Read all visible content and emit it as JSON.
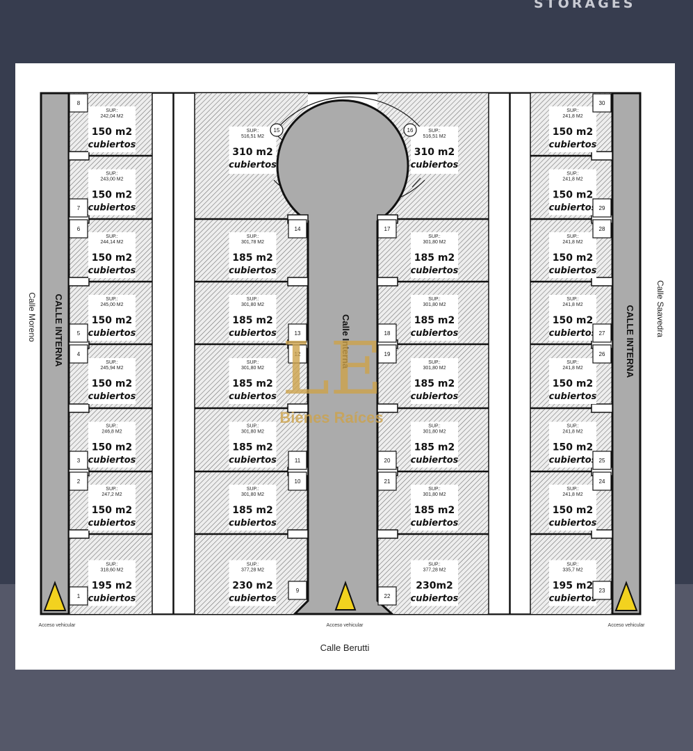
{
  "header": {
    "title": "STORAGES"
  },
  "streets": {
    "left": "Calle Moreno",
    "right": "Calle Saavedra",
    "bottom": "Calle Berutti",
    "internal_left": "CALLE INTERNA",
    "internal_right": "CALLE INTERNA",
    "center": "Calle Interna"
  },
  "access_labels": {
    "left": "Acceso vehicular",
    "center": "Acceso vehicular",
    "right": "Acceso vehicular"
  },
  "watermark": {
    "monogram": "LE",
    "brand": "Bienes Raíces"
  },
  "lots": {
    "l8": {
      "num": "8",
      "sup": "SUP.:",
      "area": "242,04 M2",
      "cov1": "150 m2",
      "cov2": "cubiertos"
    },
    "l7": {
      "num": "7",
      "sup": "SUP.:",
      "area": "243,00 M2",
      "cov1": "150 m2",
      "cov2": "cubiertos"
    },
    "l6": {
      "num": "6",
      "sup": "SUP.:",
      "area": "244,14 M2",
      "cov1": "150 m2",
      "cov2": "cubiertos"
    },
    "l5": {
      "num": "5",
      "sup": "SUP.:",
      "area": "245,00 M2",
      "cov1": "150 m2",
      "cov2": "cubiertos"
    },
    "l4": {
      "num": "4",
      "sup": "SUP.:",
      "area": "245,94 M2",
      "cov1": "150 m2",
      "cov2": "cubiertos"
    },
    "l3": {
      "num": "3",
      "sup": "SUP.:",
      "area": "246,8 M2",
      "cov1": "150 m2",
      "cov2": "cubiertos"
    },
    "l2": {
      "num": "2",
      "sup": "SUP.:",
      "area": "247,2 M2",
      "cov1": "150 m2",
      "cov2": "cubiertos"
    },
    "l1": {
      "num": "1",
      "sup": "SUP.:",
      "area": "318,60 M2",
      "cov1": "195 m2",
      "cov2": "cubiertos"
    },
    "l15": {
      "num": "15",
      "sup": "SUP.:",
      "area": "516,51 M2",
      "cov1": "310 m2",
      "cov2": "cubiertos"
    },
    "l14": {
      "num": "14",
      "sup": "SUP.:",
      "area": "301,78 M2",
      "cov1": "185 m2",
      "cov2": "cubiertos"
    },
    "l13": {
      "num": "13",
      "sup": "SUP.:",
      "area": "301,80 M2",
      "cov1": "185 m2",
      "cov2": "cubiertos"
    },
    "l12": {
      "num": "12",
      "sup": "SUP.:",
      "area": "301,80 M2",
      "cov1": "185 m2",
      "cov2": "cubiertos"
    },
    "l11": {
      "num": "11",
      "sup": "SUP.:",
      "area": "301,80 M2",
      "cov1": "185 m2",
      "cov2": "cubiertos"
    },
    "l10": {
      "num": "10",
      "sup": "SUP.:",
      "area": "301,80 M2",
      "cov1": "185 m2",
      "cov2": "cubiertos"
    },
    "l9": {
      "num": "9",
      "sup": "SUP.:",
      "area": "377,28 M2",
      "cov1": "230 m2",
      "cov2": "cubiertos"
    },
    "l16": {
      "num": "16",
      "sup": "SUP.:",
      "area": "516,51 M2",
      "cov1": "310 m2",
      "cov2": "cubiertos"
    },
    "l17": {
      "num": "17",
      "sup": "SUP.:",
      "area": "301,80 M2",
      "cov1": "185 m2",
      "cov2": "cubiertos"
    },
    "l18": {
      "num": "18",
      "sup": "SUP.:",
      "area": "301,80 M2",
      "cov1": "185 m2",
      "cov2": "cubiertos"
    },
    "l19": {
      "num": "19",
      "sup": "SUP.:",
      "area": "301,80 M2",
      "cov1": "185 m2",
      "cov2": "cubiertos"
    },
    "l20": {
      "num": "20",
      "sup": "SUP.:",
      "area": "301,80 M2",
      "cov1": "185 m2",
      "cov2": "cubiertos"
    },
    "l21": {
      "num": "21",
      "sup": "SUP.:",
      "area": "301,80 M2",
      "cov1": "185 m2",
      "cov2": "cubiertos"
    },
    "l22": {
      "num": "22",
      "sup": "SUP.:",
      "area": "377,28 M2",
      "cov1": "230m2",
      "cov2": "cubiertos"
    },
    "l30": {
      "num": "30",
      "sup": "SUP.:",
      "area": "241,8 M2",
      "cov1": "150 m2",
      "cov2": "cubiertos"
    },
    "l29": {
      "num": "29",
      "sup": "SUP.:",
      "area": "241,8 M2",
      "cov1": "150 m2",
      "cov2": "cubiertos"
    },
    "l28": {
      "num": "28",
      "sup": "SUP.:",
      "area": "241,8 M2",
      "cov1": "150 m2",
      "cov2": "cubiertos"
    },
    "l27": {
      "num": "27",
      "sup": "SUP.:",
      "area": "241,8 M2",
      "cov1": "150 m2",
      "cov2": "cubiertos"
    },
    "l26": {
      "num": "26",
      "sup": "SUP.:",
      "area": "241,8 M2",
      "cov1": "150 m2",
      "cov2": "cubiertos"
    },
    "l25": {
      "num": "25",
      "sup": "SUP.:",
      "area": "241,8 M2",
      "cov1": "150 m2",
      "cov2": "cubiertos"
    },
    "l24": {
      "num": "24",
      "sup": "SUP.:",
      "area": "241,8 M2",
      "cov1": "150 m2",
      "cov2": "cubiertos"
    },
    "l23": {
      "num": "23",
      "sup": "SUP.:",
      "area": "335,7 M2",
      "cov1": "195 m2",
      "cov2": "cubiertos"
    }
  }
}
